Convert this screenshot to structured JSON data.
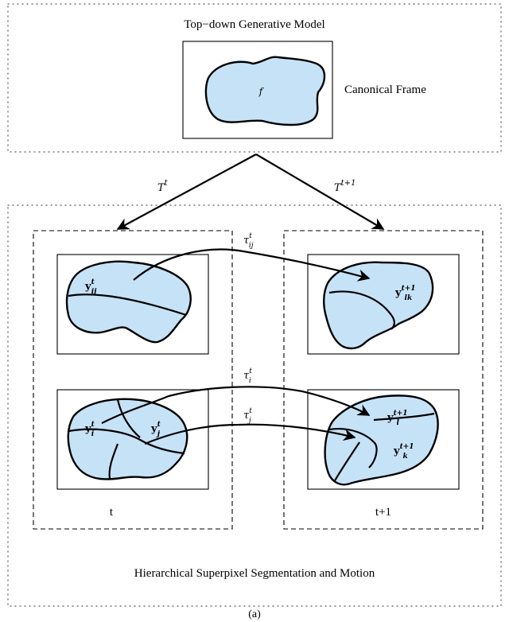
{
  "generative": {
    "title": "Top−down Generative Model",
    "frame_label": "Canonical Frame",
    "blob_label": "f"
  },
  "transforms": {
    "left": {
      "base": "T",
      "sup": "t"
    },
    "right": {
      "base": "T",
      "sup": "t+1"
    }
  },
  "segmentation": {
    "title": "Hierarchical Superpixel Segmentation and Motion",
    "frame_t_label": "t",
    "frame_t1_label": "t+1"
  },
  "motions": {
    "tau_ij": {
      "base": "τ",
      "sup": "t",
      "sub": "ij"
    },
    "tau_i": {
      "base": "τ",
      "sup": "t",
      "sub": "i"
    },
    "tau_j": {
      "base": "τ",
      "sup": "t",
      "sub": "j"
    }
  },
  "segments": {
    "y_ij_t": {
      "base": "y",
      "sup": "t",
      "sub": "ij"
    },
    "y_lk_t1": {
      "base": "y",
      "sup": "t+1",
      "sub": "lk"
    },
    "y_i_t": {
      "base": "y",
      "sup": "t",
      "sub": "i"
    },
    "y_j_t": {
      "base": "y",
      "sup": "t",
      "sub": "j"
    },
    "y_l_t1": {
      "base": "y",
      "sup": "t+1",
      "sub": "l"
    },
    "y_k_t1": {
      "base": "y",
      "sup": "t+1",
      "sub": "k"
    }
  },
  "caption": "(a)",
  "colors": {
    "region_fill": "#c6e2f7",
    "stroke": "#000000"
  }
}
